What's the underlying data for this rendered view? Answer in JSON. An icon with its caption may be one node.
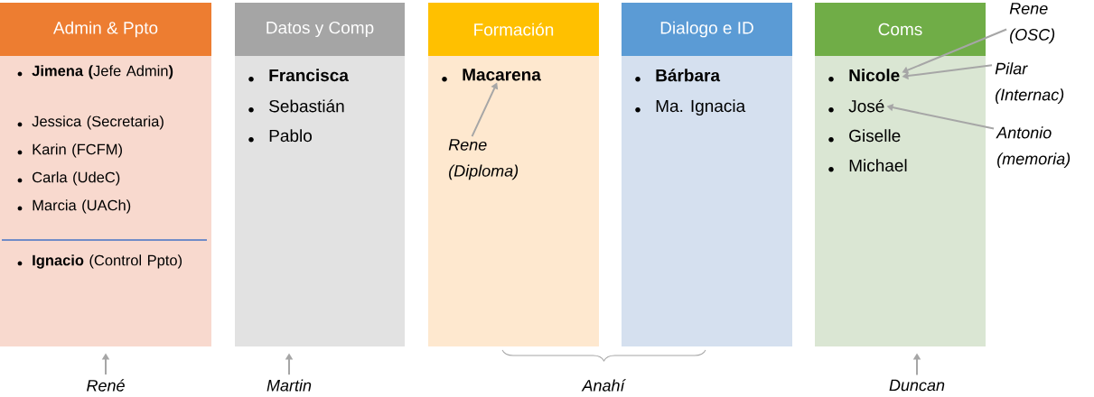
{
  "diagram": {
    "nodes": [
      {
        "text": [
          "Admin & Ppto"
        ]
      },
      {
        "text": [
          "**Jimena (**Jefe Admin**)**"
        ],
        "in": 0
      },
      {
        "text": [
          "Jessica (Secretaria)"
        ],
        "in": 0
      },
      {
        "text": [
          "Karin (FCFM)"
        ],
        "in": 0
      },
      {
        "text": [
          "Carla (UdeC)"
        ],
        "in": 0
      },
      {
        "text": [
          "Marcia (UACh)"
        ],
        "in": 0
      },
      {
        "text": [
          "**Ignacio** (Control Ppto)"
        ],
        "in": 0
      },
      {
        "text": [
          "Datos y Comp"
        ]
      },
      {
        "text": [
          "**Francisca**"
        ],
        "in": 7
      },
      {
        "text": [
          "Sebastián"
        ],
        "in": 7
      },
      {
        "text": [
          "Pablo"
        ],
        "in": 7
      },
      {
        "text": [
          "Formación"
        ]
      },
      {
        "text": [
          "**Macarena**"
        ],
        "in": 11
      },
      {
        "text": [
          "Rene (Diploma)"
        ],
        "in": 11
      },
      {
        "text": [
          "Dialogo e ID"
        ]
      },
      {
        "text": [
          "**Bárbara**"
        ],
        "in": 14
      },
      {
        "text": [
          "Ma. Ignacia"
        ],
        "in": 14
      },
      {
        "text": [
          "Coms"
        ]
      },
      {
        "text": [
          "**Nicole**"
        ],
        "in": 17
      },
      {
        "text": [
          "José"
        ],
        "in": 17
      },
      {
        "text": [
          "Giselle"
        ],
        "in": 17
      },
      {
        "text": [
          "Michael"
        ],
        "in": 17
      },
      {
        "text": [
          "Rene (OSC)"
        ]
      },
      {
        "text": [
          "Pilar (Internac)"
        ]
      },
      {
        "text": [
          "Antonio (memoria)"
        ]
      },
      {
        "text": [
          "René"
        ]
      },
      {
        "text": [
          "Martin"
        ]
      },
      {
        "text": [
          "Duncan"
        ]
      }
    ],
    "edges": [
      {
        "from": 13,
        "to": 12,
        "arrow": "to"
      },
      {
        "from": 22,
        "to": 18,
        "arrow": "to"
      },
      {
        "from": 23,
        "to": 18,
        "arrow": "to"
      },
      {
        "from": 24,
        "to": 19,
        "arrow": "to"
      },
      {
        "from": 25,
        "to": 0,
        "arrow": "to"
      },
      {
        "from": 26,
        "to": 7,
        "arrow": "to"
      },
      {
        "from": 27,
        "to": 17,
        "arrow": "to"
      }
    ],
    "labels": [
      "Anahí"
    ]
  }
}
